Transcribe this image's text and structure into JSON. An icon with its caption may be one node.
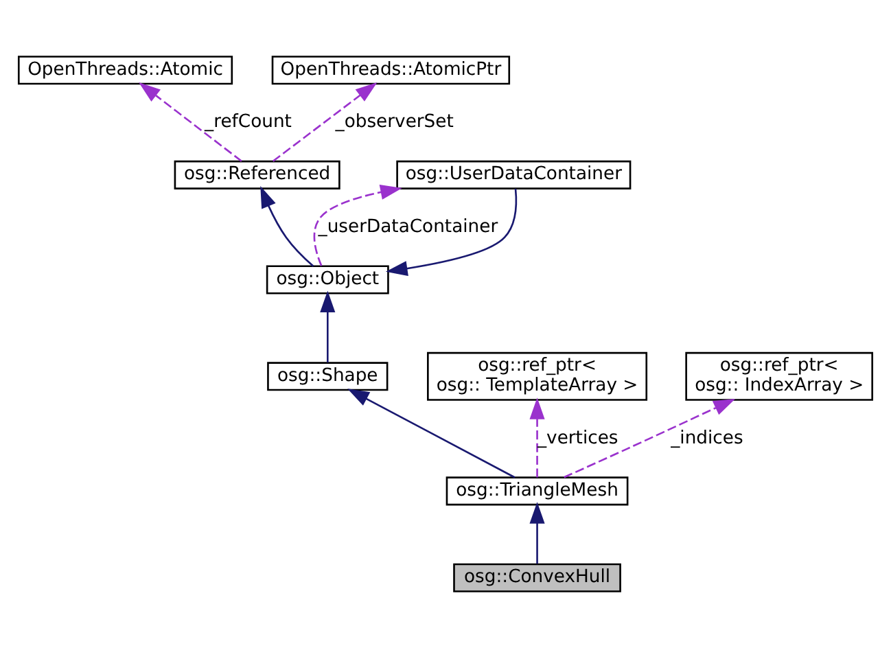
{
  "diagram": {
    "nodes": [
      {
        "text": [
          "OpenThreads::Atomic"
        ]
      },
      {
        "text": [
          "OpenThreads::AtomicPtr"
        ]
      },
      {
        "text": [
          "osg::Referenced"
        ]
      },
      {
        "text": [
          "osg::Object"
        ]
      },
      {
        "text": [
          "osg::Shape"
        ]
      },
      {
        "text": [
          "osg::UserDataContainer"
        ]
      },
      {
        "text": [
          "osg::ref_ptr< osg:: TemplateArray >"
        ]
      },
      {
        "text": [
          "osg::ref_ptr< osg:: IndexArray >"
        ]
      },
      {
        "text": [
          "osg::TriangleMesh"
        ]
      },
      {
        "text": [
          "osg::ConvexHull"
        ]
      }
    ],
    "edges": [
      {
        "from": 2,
        "to": 0,
        "arrow": "to",
        "label": "_refCount",
        "style": "dashed",
        "color": "#9a32cd"
      },
      {
        "from": 2,
        "to": 1,
        "arrow": "to",
        "label": "_observerSet",
        "style": "dashed",
        "color": "#9a32cd"
      },
      {
        "from": 3,
        "to": 2,
        "arrow": "to",
        "color": "#191970"
      },
      {
        "from": 4,
        "to": 3,
        "arrow": "to",
        "color": "#191970"
      },
      {
        "from": 5,
        "to": 3,
        "arrow": "to",
        "color": "#191970"
      },
      {
        "from": 3,
        "to": 5,
        "arrow": "to",
        "label": "_userDataContainer",
        "style": "dashed",
        "color": "#9a32cd"
      },
      {
        "from": 8,
        "to": 4,
        "arrow": "to",
        "color": "#191970"
      },
      {
        "from": 8,
        "to": 6,
        "arrow": "to",
        "label": "_vertices",
        "style": "dashed",
        "color": "#9a32cd"
      },
      {
        "from": 8,
        "to": 7,
        "arrow": "to",
        "label": "_indices",
        "style": "dashed",
        "color": "#9a32cd"
      },
      {
        "from": 9,
        "to": 8,
        "arrow": "to",
        "color": "#191970"
      }
    ]
  }
}
